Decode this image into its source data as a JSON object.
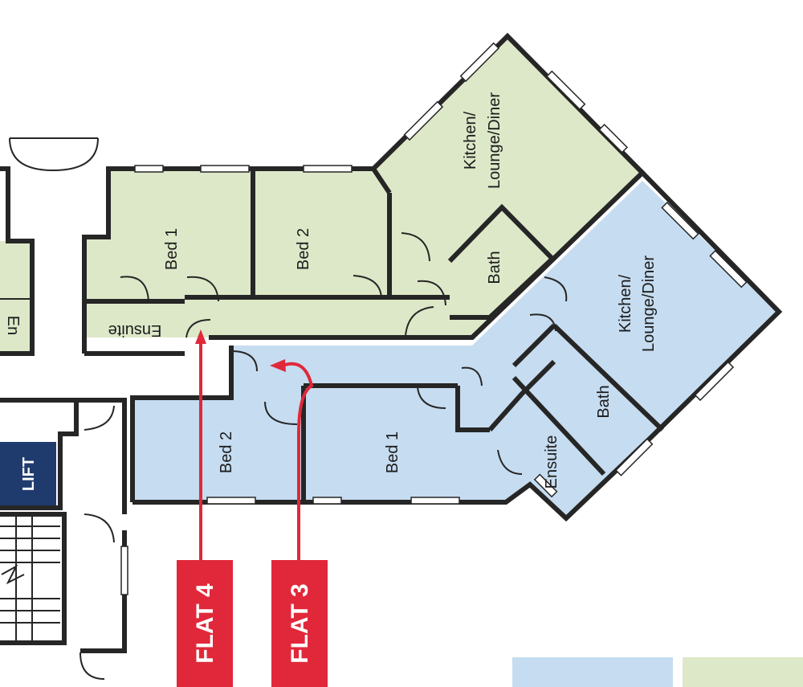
{
  "colors": {
    "flat4_fill": "#dde8c8",
    "flat3_fill": "#c6dcf0",
    "wall": "#262626",
    "lift_fill": "#1f3b6e",
    "flat_tag": "#e0283a",
    "arrow": "#e0283a"
  },
  "flat4": {
    "bed1": "Bed 1",
    "bed2": "Bed 2",
    "ensuite": "Ensuite",
    "bath": "Bath",
    "kitchen_line1": "Kitchen/",
    "kitchen_line2": "Lounge/Diner"
  },
  "flat3": {
    "bed1": "Bed 1",
    "bed2": "Bed 2",
    "ensuite": "Ensuite",
    "bath": "Bath",
    "kitchen_line1": "Kitchen/",
    "kitchen_line2": "Lounge/Diner"
  },
  "core": {
    "lift": "LIFT",
    "adjacent_ensuite": "En"
  },
  "tags": {
    "flat4": "FLAT 4",
    "flat3": "FLAT 3"
  },
  "legend": {
    "swatch_colors": [
      "#c6dcf0",
      "#dde8c8"
    ]
  }
}
